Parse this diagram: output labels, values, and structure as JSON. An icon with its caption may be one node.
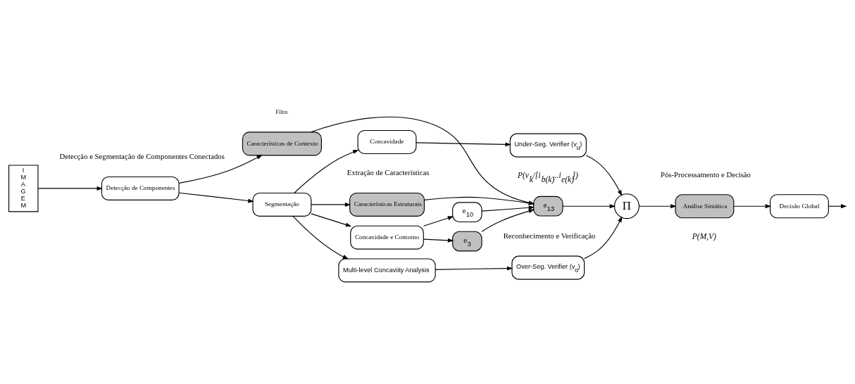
{
  "diagram": {
    "nodes": [
      {
        "text": [
          "IMAGEM"
        ]
      },
      {
        "text": [
          "Detecção de Componentes"
        ]
      },
      {
        "text": [
          "Segmentação"
        ]
      },
      {
        "text": [
          "Características de Contexto"
        ]
      },
      {
        "text": [
          "Características Estruturais"
        ]
      },
      {
        "text": [
          "Concavidade e Contorno"
        ]
      },
      {
        "text": [
          "Multi-level Concaviity Analysis"
        ]
      },
      {
        "text": [
          "Concavidade"
        ]
      },
      {
        "text": [
          "e$_{10}$"
        ]
      },
      {
        "text": [
          "e$_{3}$"
        ]
      },
      {
        "text": [
          "e$_{13}$"
        ]
      },
      {
        "text": [
          "Over-Seg. Verifier (v$_{o}$)"
        ]
      },
      {
        "text": [
          "Under-Seg. Verifier (v$_{u}$)"
        ]
      },
      {
        "text": [
          "Π"
        ]
      },
      {
        "text": [
          "Análise Sintática"
        ],
        "beside": [
          "P(M,V)"
        ]
      },
      {
        "text": [
          "Decisão Global"
        ]
      }
    ],
    "edges": [
      {
        "from": 0,
        "to": 1,
        "arrow": "to"
      },
      {
        "from": 1,
        "to": 2,
        "arrow": "to"
      },
      {
        "from": 1,
        "to": 3,
        "arrow": "to"
      },
      {
        "from": 2,
        "to": 4,
        "arrow": "to"
      },
      {
        "from": 2,
        "to": 5,
        "arrow": "to"
      },
      {
        "from": 2,
        "to": 6,
        "arrow": "to"
      },
      {
        "from": 2,
        "to": 7,
        "arrow": "to"
      },
      {
        "from": 5,
        "to": 8,
        "arrow": "to"
      },
      {
        "from": 5,
        "to": 9,
        "arrow": "to"
      },
      {
        "from": 8,
        "to": 10,
        "arrow": "to"
      },
      {
        "from": 9,
        "to": 10,
        "arrow": "to"
      },
      {
        "from": 3,
        "to": 10,
        "arrow": "to"
      },
      {
        "from": 4,
        "to": 10,
        "arrow": "to"
      },
      {
        "from": 6,
        "to": 11,
        "arrow": "to"
      },
      {
        "from": 7,
        "to": 12,
        "arrow": "to"
      },
      {
        "from": 10,
        "to": 13,
        "arrow": "to"
      },
      {
        "from": 11,
        "to": 13,
        "arrow": "to"
      },
      {
        "from": 12,
        "to": 13,
        "arrow": "to"
      },
      {
        "from": 13,
        "to": 14,
        "arrow": "to"
      },
      {
        "from": 14,
        "to": 15,
        "arrow": "to"
      },
      {
        "from": 15,
        "to": null,
        "arrow": "to"
      }
    ],
    "labels": [
      "Detecção e Segmentação de Componentes Conectados",
      "Filtro",
      "Extração de Características",
      "Reconhecimento e Verificação",
      "Pós-Processamento e Decisão",
      "P(v$_{k}$/[i$_{b(k)}$...i$_{e(k)}$])"
    ]
  }
}
